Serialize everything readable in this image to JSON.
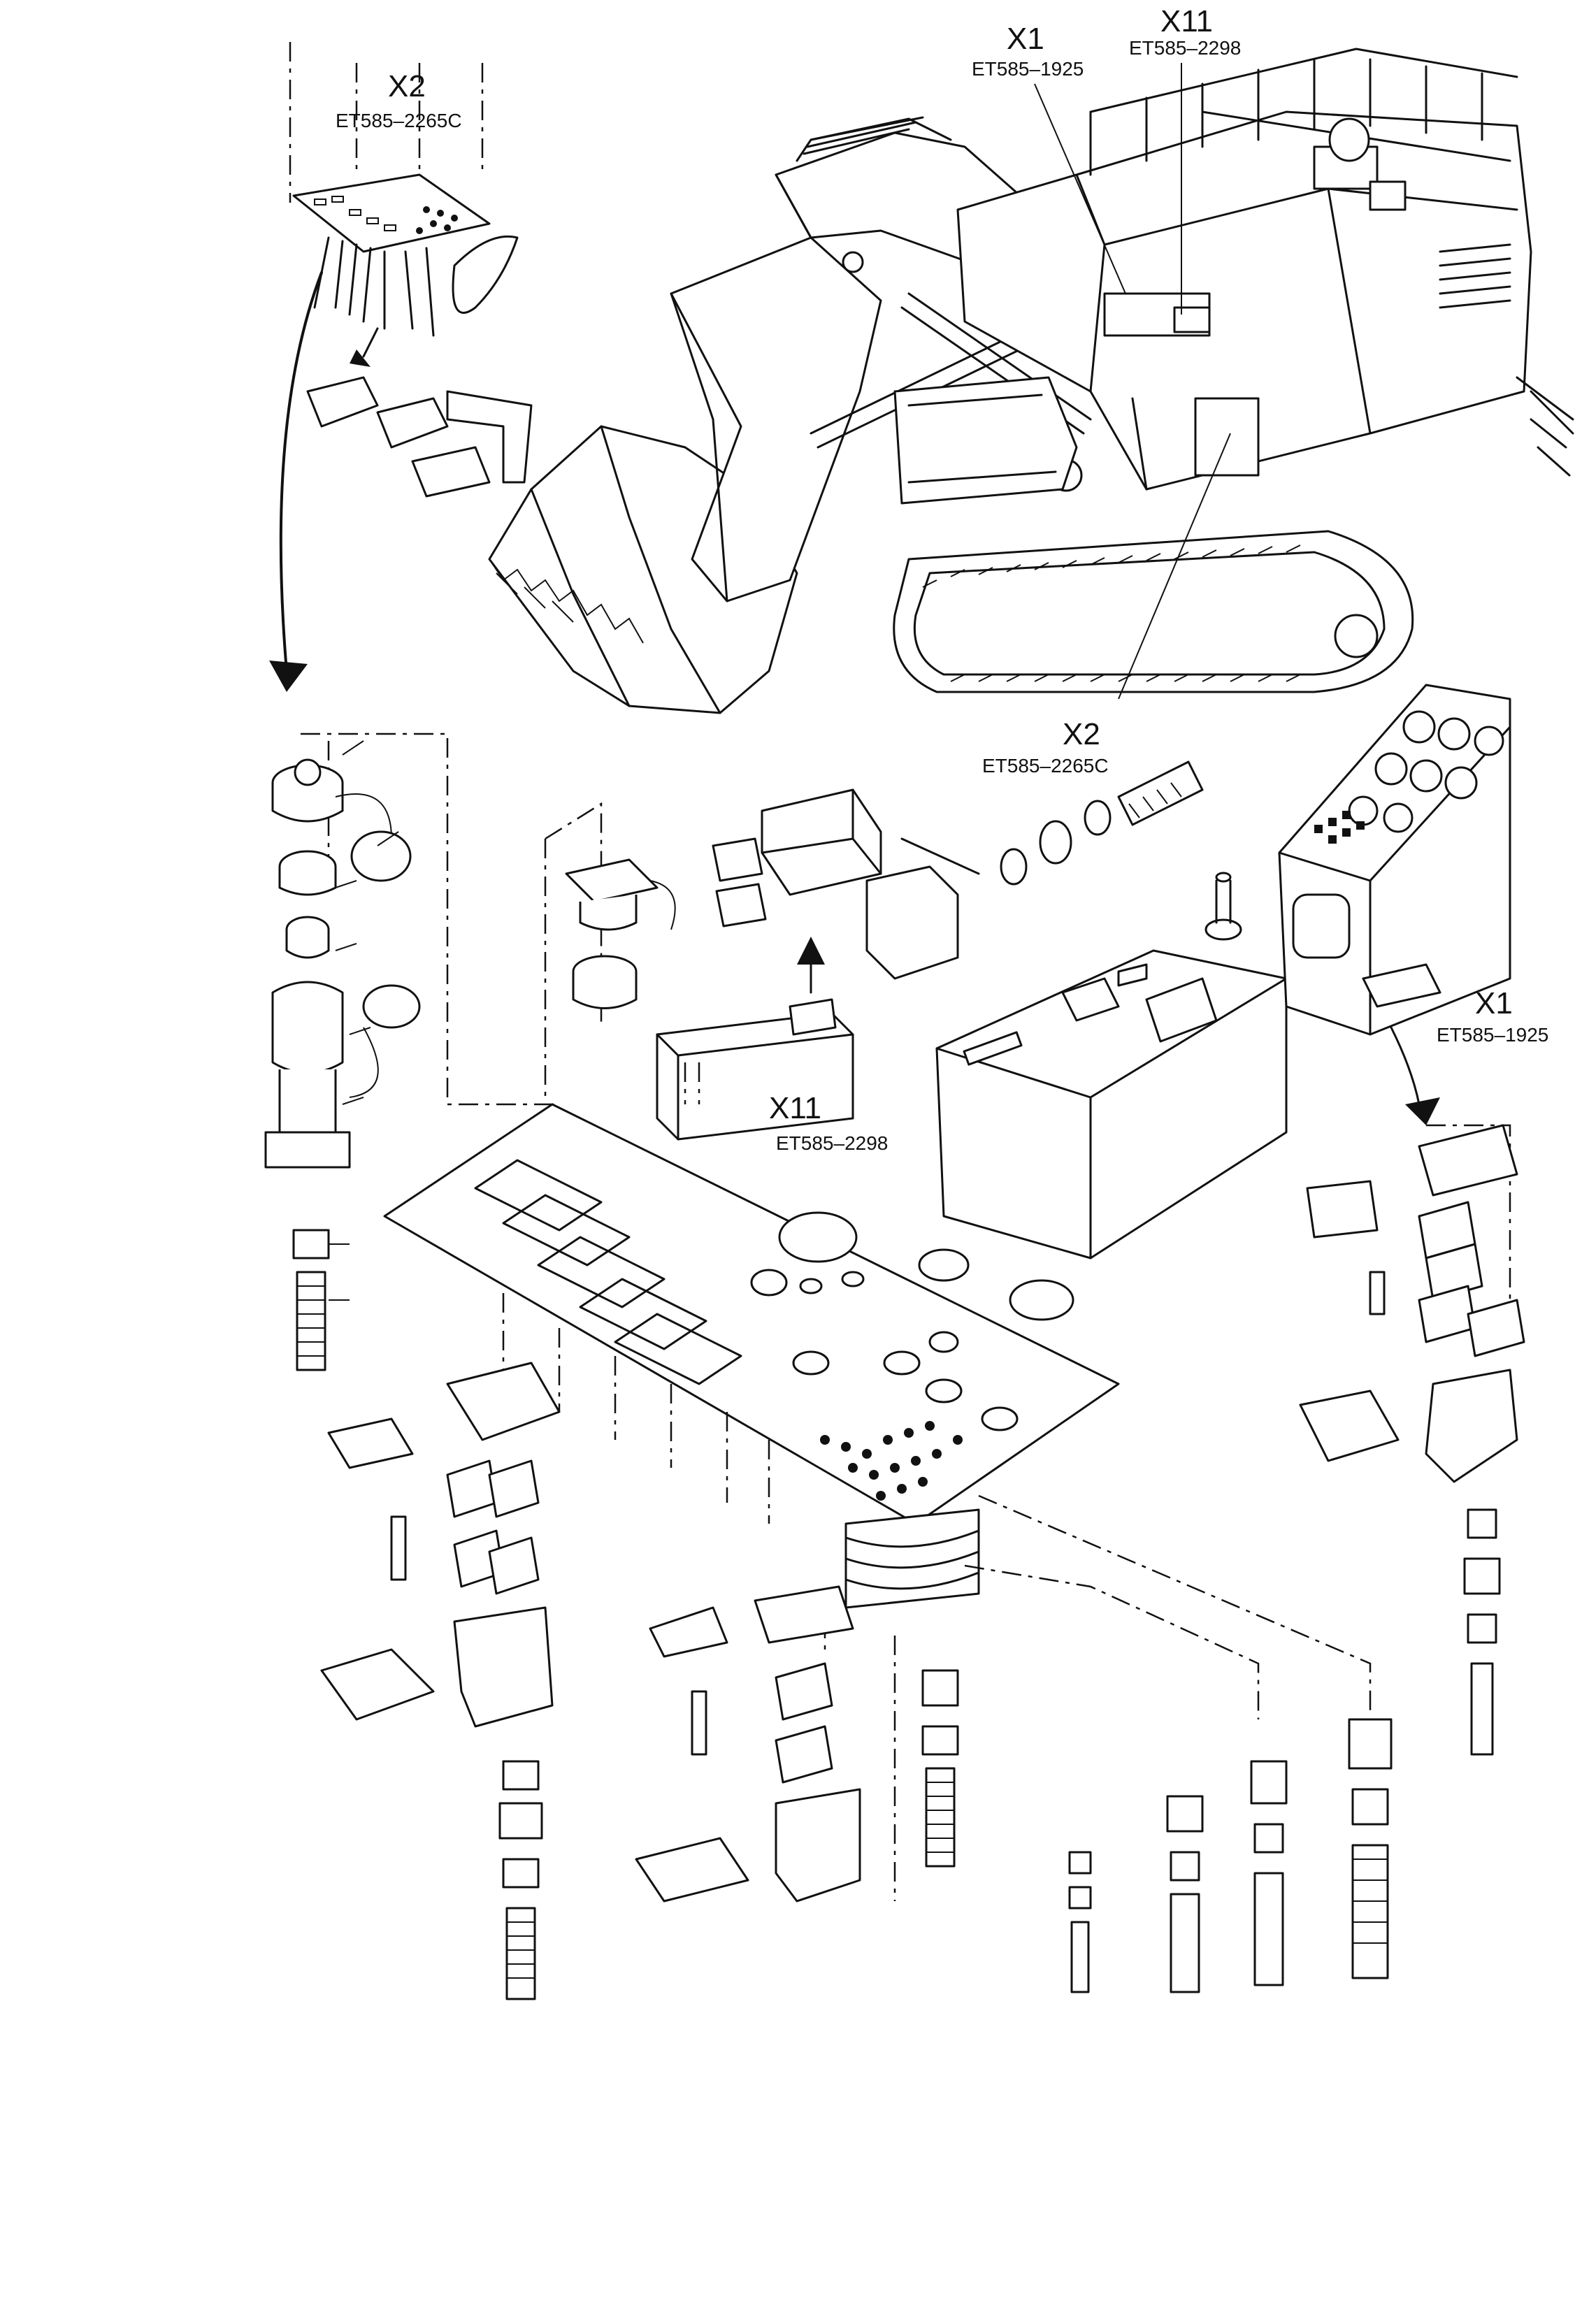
{
  "callouts": [
    {
      "id": "x2_top",
      "code": "X2",
      "part": "ET585–2265C"
    },
    {
      "id": "x1_top",
      "code": "X1",
      "part": "ET585–1925"
    },
    {
      "id": "x11_top",
      "code": "X11",
      "part": "ET585–2298"
    },
    {
      "id": "x2_mid",
      "code": "X2",
      "part": "ET585–2265C"
    },
    {
      "id": "x11_mid",
      "code": "X11",
      "part": "ET585–2298"
    },
    {
      "id": "x1_right",
      "code": "X1",
      "part": "ET585–1925"
    }
  ]
}
